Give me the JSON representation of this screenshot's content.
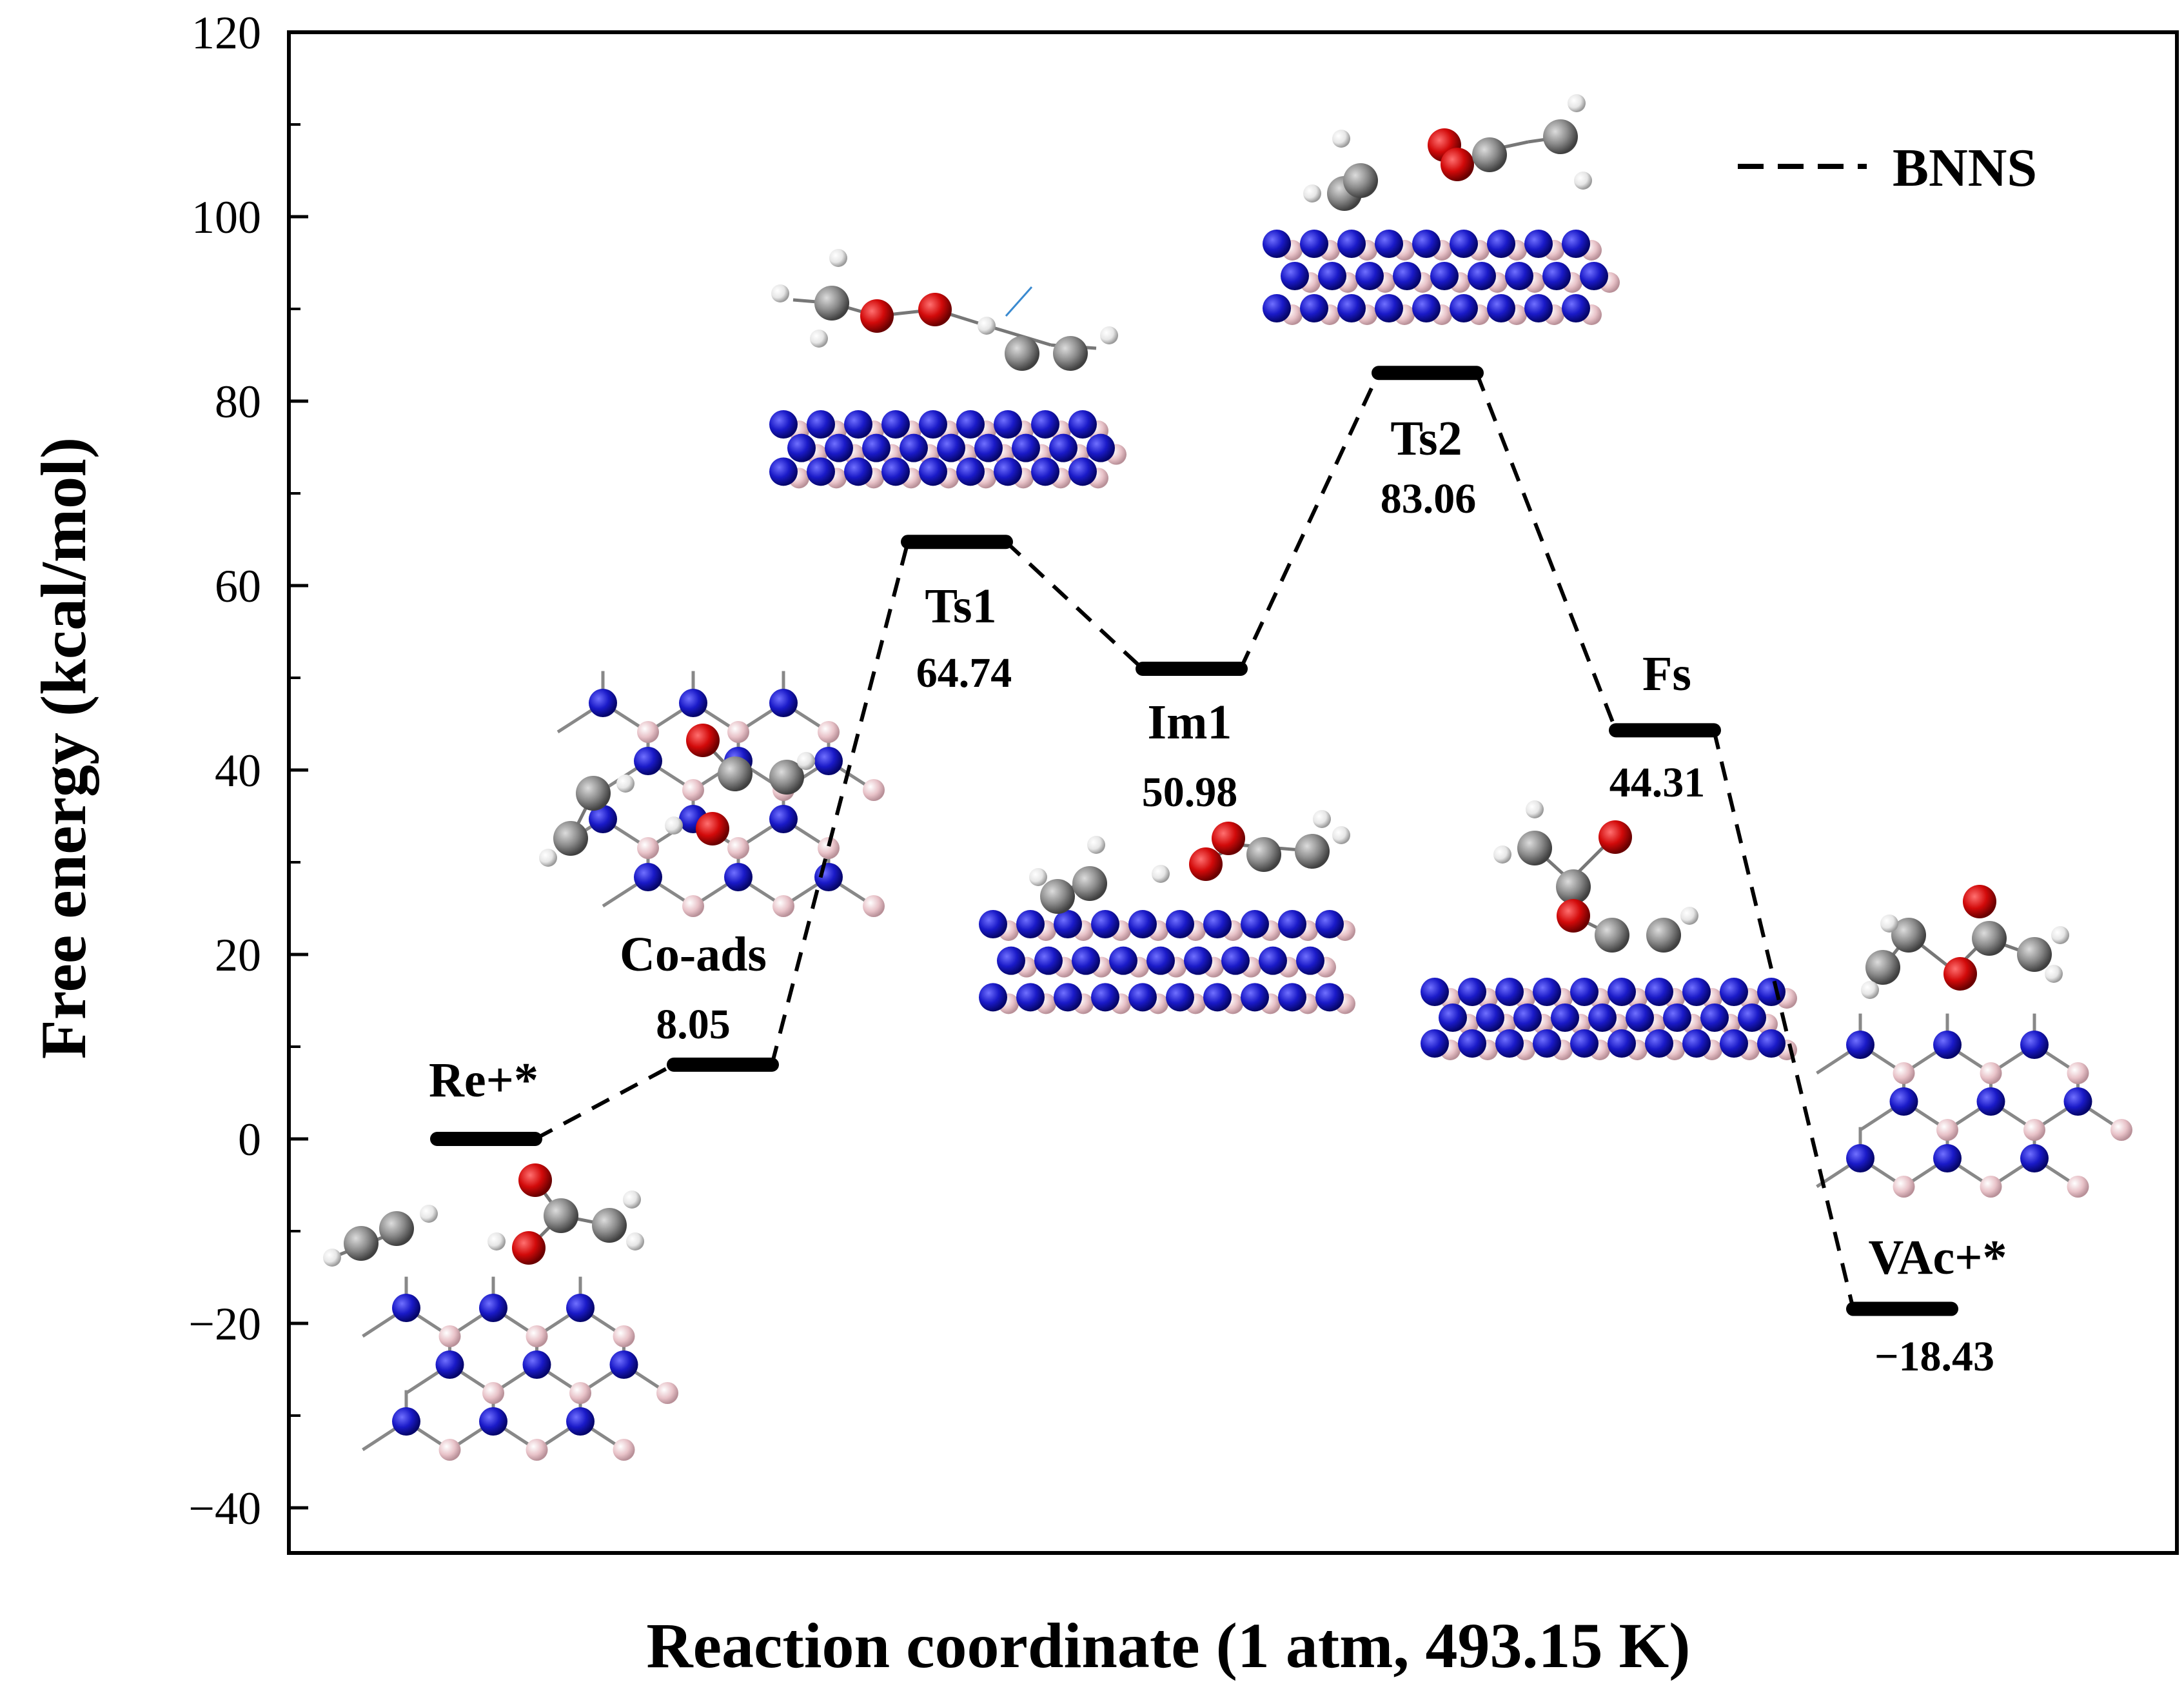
{
  "chart_data": {
    "type": "line",
    "title": "",
    "xlabel": "Reaction coordinate (1 atm, 493.15 K)",
    "ylabel": "Free energy (kcal/mol)",
    "ylim": [
      -40,
      120
    ],
    "yticks": [
      -40,
      -20,
      0,
      20,
      40,
      60,
      80,
      100,
      120
    ],
    "ytick_labels": [
      "−40",
      "−20",
      "0",
      "20",
      "40",
      "60",
      "80",
      "100",
      "120"
    ],
    "legend": {
      "placement": "top-right",
      "label": "BNNS",
      "style": "dashed"
    },
    "grid": false,
    "series": [
      {
        "name": "BNNS",
        "points": [
          {
            "state": "Re+*",
            "value": 0,
            "value_label": ""
          },
          {
            "state": "Co-ads",
            "value": 8.05,
            "value_label": "8.05"
          },
          {
            "state": "Ts1",
            "value": 64.74,
            "value_label": "64.74"
          },
          {
            "state": "Im1",
            "value": 50.98,
            "value_label": "50.98"
          },
          {
            "state": "Ts2",
            "value": 83.06,
            "value_label": "83.06"
          },
          {
            "state": "Fs",
            "value": 44.31,
            "value_label": "44.31"
          },
          {
            "state": "VAc+*",
            "value": -18.43,
            "value_label": "−18.43"
          }
        ]
      }
    ],
    "structure_insets": [
      "Re+*",
      "Co-ads",
      "Ts1",
      "Im1",
      "Ts2",
      "Fs",
      "VAc+*"
    ],
    "atom_colors": {
      "N": "#1a1ac8",
      "B": "#e8c2c8",
      "C": "#8c8c8c",
      "O": "#d20a0a",
      "H": "#e6e6e6"
    }
  }
}
